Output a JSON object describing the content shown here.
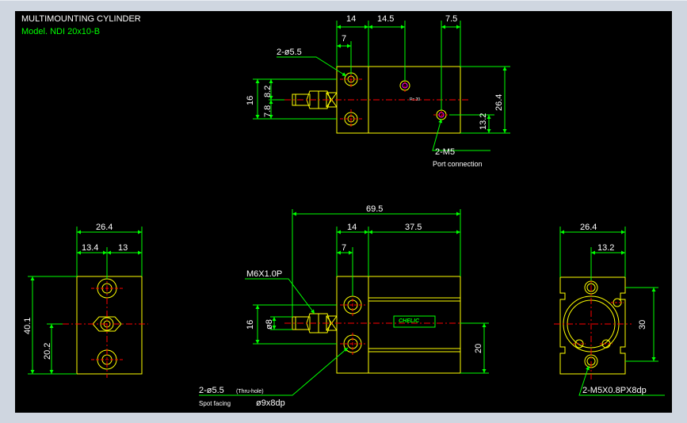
{
  "title": {
    "line1": "MULTIMOUNTING CYLINDER",
    "line2": "Model. NDI 20x10-B"
  },
  "colors": {
    "background": "#000000",
    "outline": "#ffff00",
    "dimension": "#00ff00",
    "centerline": "#ff0000",
    "text": "#ffffff",
    "port": "#ff00ff"
  },
  "top_view": {
    "dim_14": "14",
    "dim_14_5": "14.5",
    "dim_7_5": "7.5",
    "dim_7": "7",
    "hole_callout": "2-ø5.5",
    "dim_8_2": "8.2",
    "dim_7_8": "7.8",
    "dim_16": "16",
    "dim_13_2": "13.2",
    "dim_26_4": "26.4",
    "port_callout": "2-M5",
    "port_note": "Port connection",
    "body_marking": "Rc 20"
  },
  "front_view": {
    "dim_69_5": "69.5",
    "dim_14": "14",
    "dim_37_5": "37.5",
    "dim_7": "7",
    "thread_callout": "M6X1.0P",
    "dim_16": "16",
    "dim_8": "ø8",
    "dim_20": "20",
    "hole_callout": "2-ø5.5",
    "hole_note": "(Thru-hole)",
    "spot_facing_label": "Spot facing",
    "spot_facing_value": "ø9x8dp",
    "brand_label": "CHELIC"
  },
  "left_view": {
    "dim_26_4": "26.4",
    "dim_13_4": "13.4",
    "dim_13": "13",
    "dim_40_1": "40.1",
    "dim_20_2": "20.2"
  },
  "right_view": {
    "dim_26_4": "26.4",
    "dim_13_2": "13.2",
    "dim_30": "30",
    "thread_callout": "2-M5X0.8PX8dp"
  }
}
